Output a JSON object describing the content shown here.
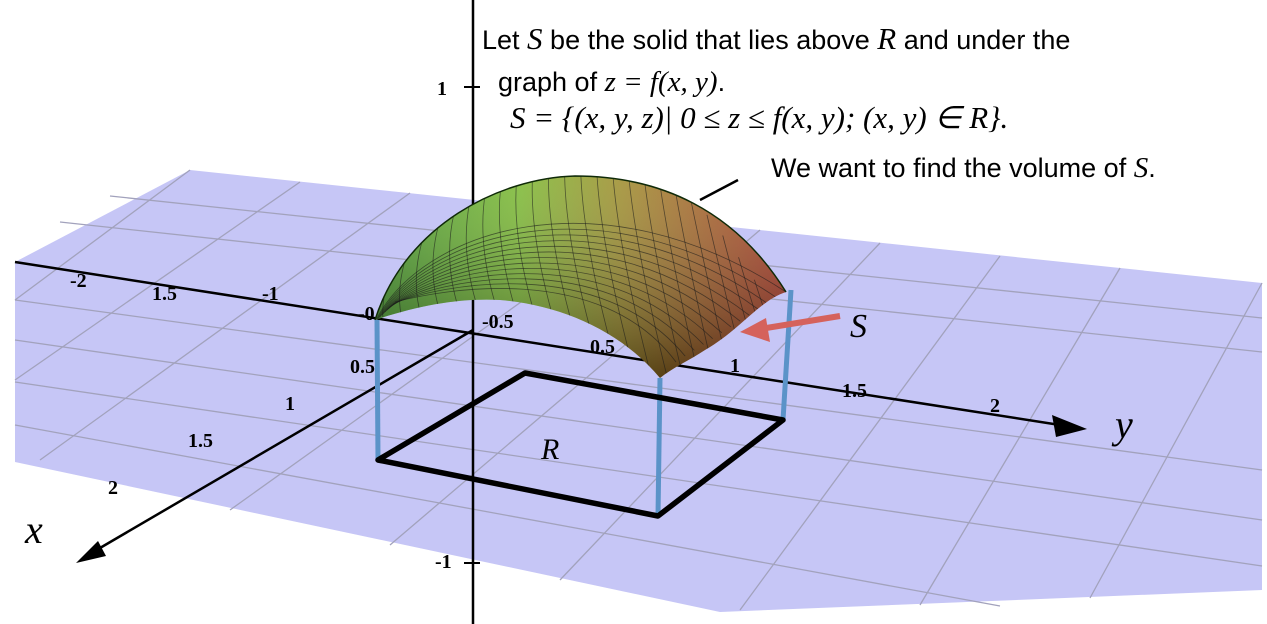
{
  "text": {
    "line1_a": "Let ",
    "line1_S": "S",
    "line1_b": " be the solid that lies above ",
    "line1_R": "R",
    "line1_c": " and under the",
    "line2_a": "graph of ",
    "line2_math": "z = f(x, y)",
    "line2_b": ".",
    "line3_math": "S = {(x, y, z)| 0 ≤ z ≤ f(x, y);  (x, y) ∈ R}.",
    "line4_a": "We want to find the volume of ",
    "line4_S": "S",
    "line4_b": "."
  },
  "labels": {
    "x_axis": "x",
    "y_axis": "y",
    "region": "R",
    "solid": "S"
  },
  "ticks": {
    "z": [
      "1",
      "-1"
    ],
    "x": [
      "0.5",
      "1",
      "1.5",
      "2"
    ],
    "y": [
      "-2",
      "1.5",
      "-1",
      "-0",
      "-0.5",
      "0.5",
      "1",
      "1.5",
      "2"
    ]
  },
  "colors": {
    "plane": "#c6c6f6",
    "grid": "#9c9cb4",
    "rect": "#000000",
    "posts": "#5b93c8",
    "arrow": "#d5625c",
    "surface_left": "#4a9c2b",
    "surface_mid": "#8a9a2a",
    "surface_right": "#b0402a"
  }
}
